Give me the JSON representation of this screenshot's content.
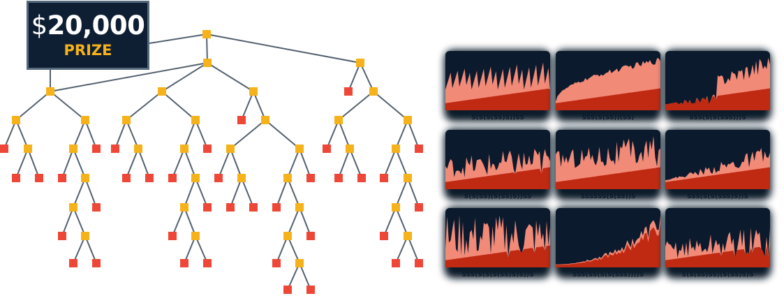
{
  "prize": {
    "currency": "$",
    "amount": "20,000",
    "label": "PRIZE"
  },
  "colors": {
    "node": "#f6b21b",
    "leaf": "#ee4738",
    "edge": "#52606e",
    "panel": "#0b1a2c",
    "fill_light": "#f28a78",
    "fill_dark": "#c02a12"
  },
  "plots": [
    {
      "label": "S(S(S(SS)S))SS"
    },
    {
      "label": "SSS(S(SS))(SS)"
    },
    {
      "label": "SSS(S(S(SSS)))S"
    },
    {
      "label": "S(S(SS)(S(SS)S))SS"
    },
    {
      "label": "SSSSSS(S(SS))S"
    },
    {
      "label": "SSS(S(S(SSS)S))S"
    },
    {
      "label": "SSS(S(S(S(SS)S)S))S"
    },
    {
      "label": "SSS(SS(S(S(SSS))))S"
    },
    {
      "label": "S(S(SS)SS)(S(SS)S)S"
    }
  ]
}
